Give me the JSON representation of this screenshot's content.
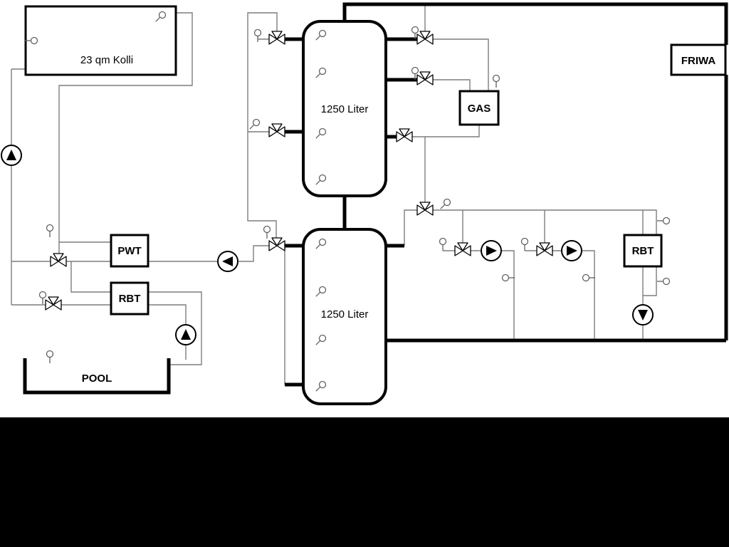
{
  "colors": {
    "pipe_thin": "#7d7d7d",
    "pipe_thick": "#000000",
    "background": "#ffffff",
    "letterbox": "#000000"
  },
  "labels": {
    "collector": "23 qm Kolli",
    "tank_top": "1250 Liter",
    "tank_bottom": "1250 Liter",
    "gas": "GAS",
    "friwa": "FRIWA",
    "pwt": "PWT",
    "rbt_left": "RBT",
    "rbt_right": "RBT",
    "pool": "POOL"
  }
}
